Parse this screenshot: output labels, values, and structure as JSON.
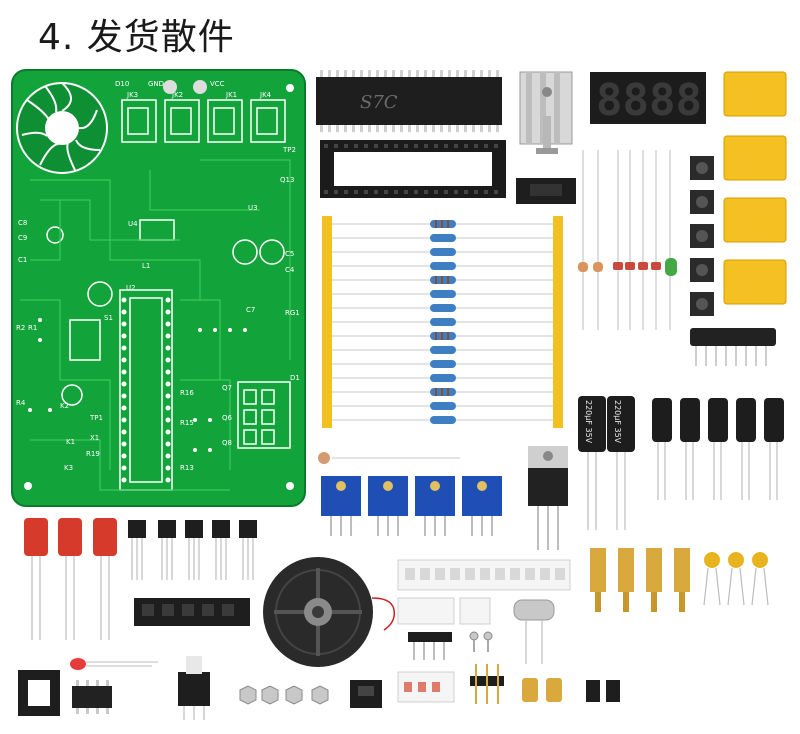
{
  "title": "4. 发货散件",
  "pcb": {
    "labels": [
      "JK3",
      "JK2",
      "JK1",
      "JK4",
      "GND",
      "VCC",
      "D10",
      "TP2",
      "Q13",
      "U2",
      "U3",
      "U4",
      "L1",
      "D1",
      "K1",
      "K2",
      "K3",
      "R1",
      "R2",
      "R4",
      "R19",
      "X1",
      "C1",
      "C4",
      "C5",
      "C7",
      "C8",
      "C9",
      "RG1",
      "TP1",
      "S1",
      "Q7",
      "Q6",
      "Q8",
      "R15",
      "R16",
      "R13"
    ]
  },
  "chip_marking": "S7C",
  "display_digits": "8888",
  "capacitor_label": "220μF 35V",
  "colors": {
    "pcb_green": "#12a33a",
    "relay_yellow": "#f5c122",
    "resistor_blue": "#3d7fc2",
    "pot_blue": "#1f4fb5",
    "film_cap_red": "#d63a2a"
  }
}
